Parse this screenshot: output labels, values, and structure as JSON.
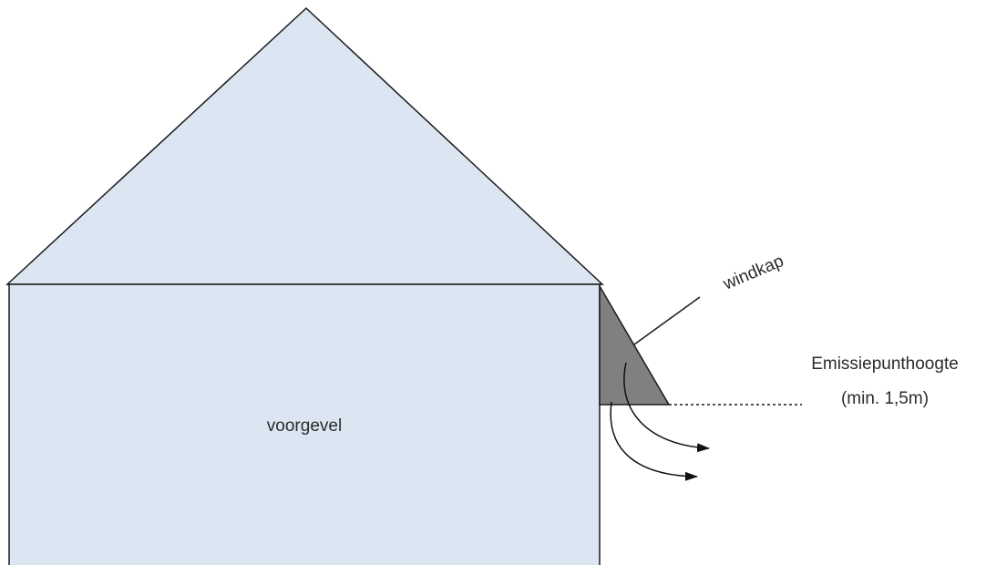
{
  "labels": {
    "facade": "voorgevel",
    "hood": "windkap",
    "emission_line1": "Emissiepunthoogte",
    "emission_line2": "(min. 1,5m)"
  },
  "colors": {
    "house_fill": "#dce6f2",
    "outline": "#1a1a1a",
    "hood_fill": "#808080",
    "arrow": "#111111",
    "text": "#2b2b2b"
  }
}
